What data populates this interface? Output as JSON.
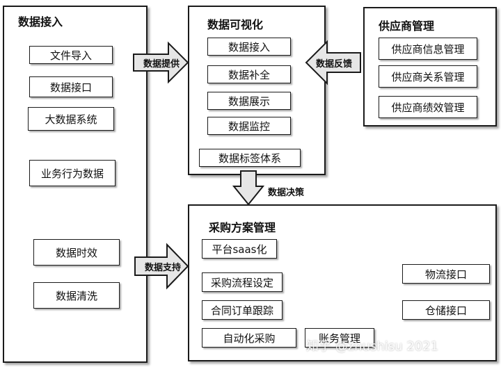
{
  "panels": {
    "data_access": {
      "title": "数据接入",
      "items": [
        "文件导入",
        "数据接口",
        "大数据系统",
        "业务行为数据",
        "数据时效",
        "数据清洗"
      ]
    },
    "visualization": {
      "title": "数据可视化",
      "items": [
        "数据接入",
        "数据补全",
        "数据展示",
        "数据监控",
        "数据标签体系"
      ]
    },
    "supplier": {
      "title": "供应商管理",
      "items": [
        "供应商信息管理",
        "供应商关系管理",
        "供应商绩效管理"
      ]
    },
    "procurement": {
      "title": "采购方案管理",
      "items": [
        "平台saas化",
        "采购流程设定",
        "合同订单跟踪",
        "自动化采购",
        "账务管理",
        "物流接口",
        "仓储接口"
      ]
    }
  },
  "arrows": {
    "data_provide": "数据提供",
    "data_feedback": "数据反馈",
    "data_decision": "数据决策",
    "data_support": "数据支持"
  },
  "watermark": "知乎 @zhushisu 2021"
}
